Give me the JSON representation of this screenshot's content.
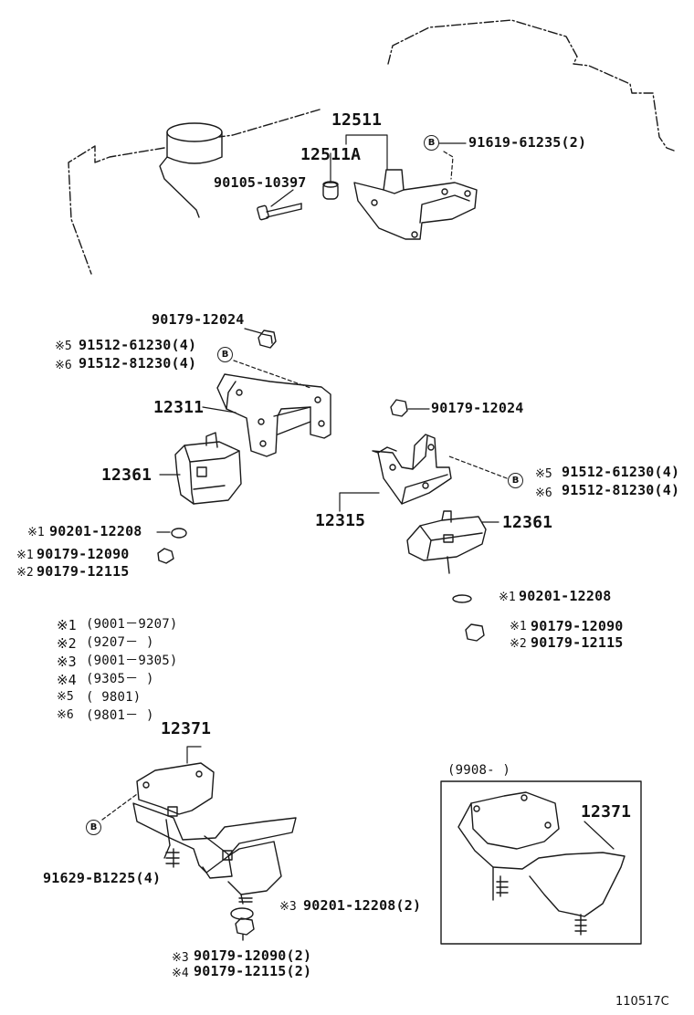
{
  "labels": {
    "p12511": "12511",
    "p12511a": "12511A",
    "p91619": "91619-61235(2)",
    "p90105": "90105-10397",
    "p90179_a": "90179-12024",
    "p91512_61230_l": "91512-61230(4)",
    "p91512_81230_l": "91512-81230(4)",
    "p12311": "12311",
    "p12361_l": "12361",
    "p90179_b": "90179-12024",
    "p91512_61230_r": "91512-61230(4)",
    "p91512_81230_r": "91512-81230(4)",
    "p12315": "12315",
    "p12361_r": "12361",
    "p90201_l": "90201-12208",
    "p90179_12090_l": "90179-12090",
    "p90179_12115_l": "90179-12115",
    "p90201_r": "90201-12208",
    "p90179_12090_r": "90179-12090",
    "p90179_12115_r": "90179-12115",
    "p12371_main": "12371",
    "p91629": "91629-B1225(4)",
    "p90201_bottom": "90201-12208(2)",
    "p90179_12090_bottom": "90179-12090(2)",
    "p90179_12115_bottom": "90179-12115(2)",
    "p12371_inset": "12371",
    "inset_range": "(9908-      )",
    "image_code": "110517C"
  },
  "marks": {
    "n1": "※1",
    "n2": "※2",
    "n3": "※3",
    "n4": "※4",
    "n5": "※5",
    "n6": "※6",
    "circle_b": "B"
  },
  "legend": [
    {
      "mark": "※1",
      "range": "(9001－9207)"
    },
    {
      "mark": "※2",
      "range": "(9207－     )"
    },
    {
      "mark": "※3",
      "range": "(9001－9305)"
    },
    {
      "mark": "※4",
      "range": "(9305－     )"
    },
    {
      "mark": "※5",
      "range": "(     9801)"
    },
    {
      "mark": "※6",
      "range": "(9801－     )"
    }
  ]
}
